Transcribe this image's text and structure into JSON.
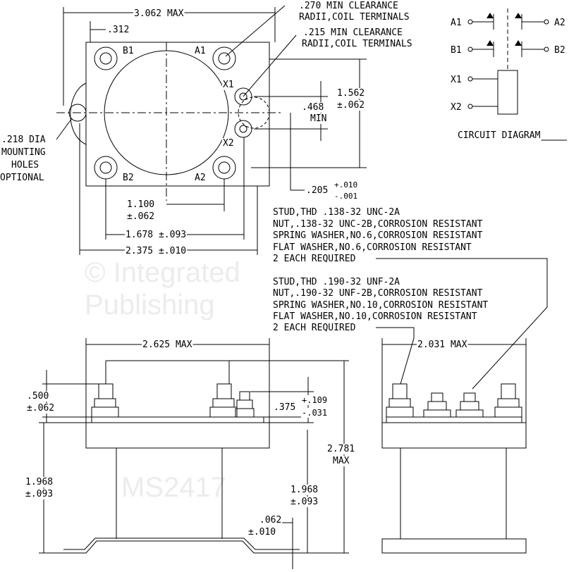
{
  "watermark": [
    "© Integrated",
    "Publishing",
    "MS2417"
  ],
  "top_view": {
    "dim_overall_width": "3.062 MAX",
    "dim_hole_offset": ".312",
    "clearance_270": [
      ".270 MIN CLEARANCE",
      "RADII,COIL TERMINALS"
    ],
    "clearance_215": [
      ".215 MIN CLEARANCE",
      "RADII,COIL TERMINALS"
    ],
    "terminals": [
      "B1",
      "A1",
      "X1",
      "X2",
      "B2",
      "A2"
    ],
    "dim_height": [
      "1.562",
      "±.062"
    ],
    "dim_coil_spacing": [
      ".468",
      "MIN"
    ],
    "mounting_holes": [
      ".218 DIA",
      "MOUNTING",
      "HOLES",
      "OPTIONAL"
    ],
    "dim_205": ".205",
    "tol_205": [
      "+.010",
      "-.001"
    ],
    "dim_1100": [
      "1.100",
      "±.062"
    ],
    "dim_1678": "1.678 ±.093",
    "dim_2375": "2.375 ±.010"
  },
  "circuit": {
    "labels": [
      "A1",
      "A2",
      "B1",
      "B2",
      "X1",
      "X2"
    ],
    "title": "CIRCUIT DIAGRAM"
  },
  "notes": {
    "small_studs": [
      "STUD,THD .138-32 UNC-2A",
      "NUT,.138-32 UNC-2B,CORROSION RESISTANT",
      "SPRING WASHER,NO.6,CORROSION RESISTANT",
      "FLAT WASHER,NO.6,CORROSION RESISTANT",
      "2 EACH REQUIRED"
    ],
    "large_studs": [
      "STUD,THD .190-32 UNF-2A",
      "NUT,.190-32 UNF-2B,CORROSION RESISTANT",
      "SPRING WASHER,NO.10,CORROSION RESISTANT",
      "FLAT WASHER,NO.10,CORROSION RESISTANT",
      "2 EACH REQUIRED"
    ]
  },
  "side_view": {
    "dim_2625": "2.625 MAX",
    "dim_500": [
      ".500",
      "±.062"
    ],
    "dim_375": ".375",
    "tol_375": [
      "+.109",
      "-.031"
    ],
    "dim_2781": [
      "2.781",
      "MAX"
    ],
    "dim_1968_left": [
      "1.968",
      "±.093"
    ],
    "dim_1968_right": [
      "1.968",
      "±.093"
    ],
    "dim_062": [
      ".062",
      "±.010"
    ]
  },
  "end_view": {
    "dim_2031": "2.031 MAX"
  }
}
